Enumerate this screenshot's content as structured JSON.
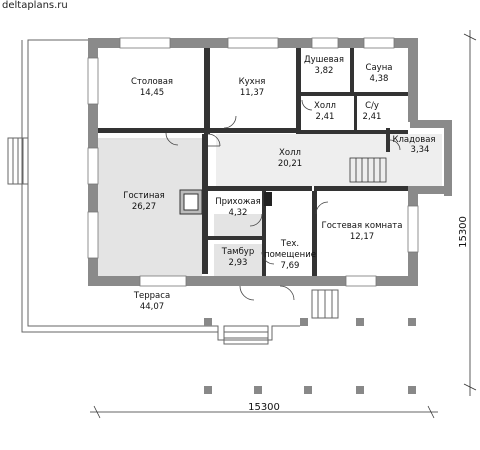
{
  "site": "deltaplans.ru",
  "rooms": [
    {
      "id": "dining",
      "name": "Столовая",
      "area": "14,45"
    },
    {
      "id": "kitchen",
      "name": "Кухня",
      "area": "11,37"
    },
    {
      "id": "shower",
      "name": "Душевая",
      "area": "3,82"
    },
    {
      "id": "sauna",
      "name": "Сауна",
      "area": "4,38"
    },
    {
      "id": "hall-small",
      "name": "Холл",
      "area": "2,41"
    },
    {
      "id": "wc",
      "name": "С/у",
      "area": "2,41"
    },
    {
      "id": "storage",
      "name": "Кладовая",
      "area": "3,34"
    },
    {
      "id": "hall",
      "name": "Холл",
      "area": "20,21"
    },
    {
      "id": "living",
      "name": "Гостиная",
      "area": "26,27"
    },
    {
      "id": "entry",
      "name": "Прихожая",
      "area": "4,32"
    },
    {
      "id": "vestibule",
      "name": "Тамбур",
      "area": "2,93"
    },
    {
      "id": "tech1",
      "name": "Тех.",
      "area": ""
    },
    {
      "id": "tech2",
      "name": "помещение",
      "area": "7,69"
    },
    {
      "id": "guest",
      "name": "Гостевая комната",
      "area": "12,17"
    },
    {
      "id": "terrace",
      "name": "Терраса",
      "area": "44,07"
    }
  ],
  "dimensions": {
    "width": "15300",
    "height": "15300"
  }
}
